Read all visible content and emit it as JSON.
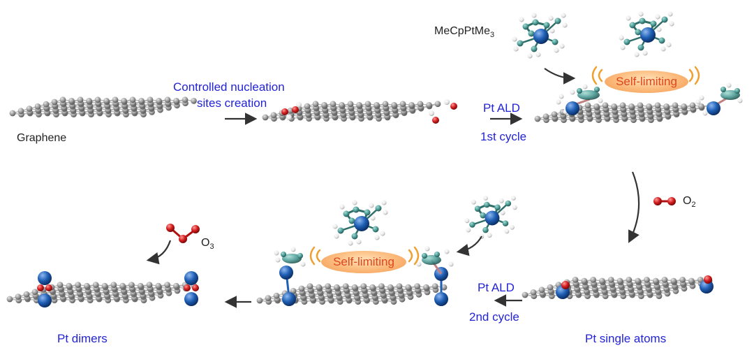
{
  "labels": {
    "graphene": "Graphene",
    "nucleation_line1": "Controlled nucleation",
    "nucleation_line2": "sites creation",
    "ald1_line1": "Pt ALD",
    "ald1_line2": "1st cycle",
    "precursor_base": "MeCpPtMe",
    "precursor_sub": "3",
    "self_limiting": "Self-limiting",
    "o2_base": "O",
    "o2_sub": "2",
    "o3_base": "O",
    "o3_sub": "3",
    "ald2_line1": "Pt ALD",
    "ald2_line2": "2nd cycle",
    "single_atoms": "Pt single atoms",
    "dimers": "Pt dimers"
  },
  "colors": {
    "carbon": "#8d8d8d",
    "platinum": "#1f5fb5",
    "oxygen": "#d41e1e",
    "hydrogen": "#f2f2f2",
    "ligand": "#4b9a94",
    "arrow": "#333333",
    "label_blue": "#2323d6",
    "heat_wave": "#f0a030"
  }
}
